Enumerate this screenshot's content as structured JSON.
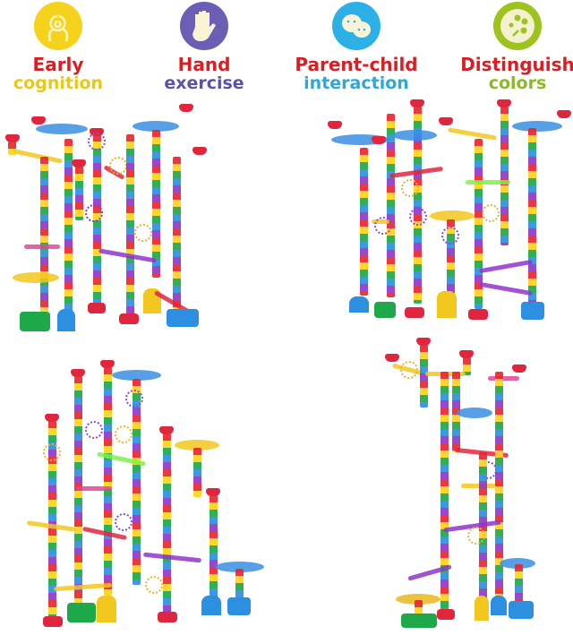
{
  "badges": [
    {
      "line1": "Early",
      "line2": "cognition",
      "icon": "brain-spiral-icon",
      "icon_color": "#f5d31c",
      "line1_color": "#d71f26",
      "line2_color": "#e9c81b"
    },
    {
      "line1": "Hand",
      "line2": "exercise",
      "icon": "hand-icon",
      "icon_color": "#6a5fb4",
      "line1_color": "#d71f26",
      "line2_color": "#5a53a8"
    },
    {
      "line1": "Parent-child",
      "line2": "interaction",
      "icon": "faces-icon",
      "icon_color": "#2cb0e6",
      "line1_color": "#d71f26",
      "line2_color": "#2ea8d8"
    },
    {
      "line1": "Distinguish",
      "line2": "colors",
      "icon": "palette-icon",
      "icon_color": "#9cc31e",
      "line1_color": "#d71f26",
      "line2_color": "#8db829"
    }
  ],
  "product_sets": [
    {
      "name": "marble-run-configuration-1"
    },
    {
      "name": "marble-run-configuration-2"
    },
    {
      "name": "marble-run-configuration-3"
    },
    {
      "name": "marble-run-configuration-4"
    }
  ]
}
